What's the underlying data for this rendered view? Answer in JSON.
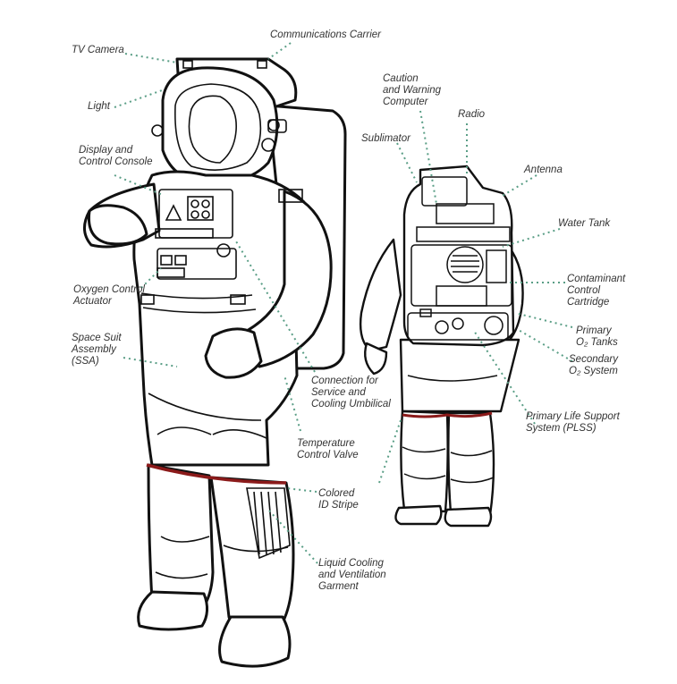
{
  "colors": {
    "outline": "#111111",
    "leader": "#5a9e86",
    "stripe": "#8b1a1a",
    "text": "#333333"
  },
  "labels": {
    "tv_camera": [
      "TV Camera"
    ],
    "communications_carrier": [
      "Communications Carrier"
    ],
    "light": [
      "Light"
    ],
    "display_console": [
      "Display and",
      "Control Console"
    ],
    "oxygen_actuator": [
      "Oxygen Control",
      "Actuator"
    ],
    "ssa": [
      "Space Suit",
      "Assembly",
      "(SSA)"
    ],
    "umbilical": [
      "Connection for",
      "Service and",
      "Cooling Umbilical"
    ],
    "temp_valve": [
      "Temperature",
      "Control Valve"
    ],
    "id_stripe": [
      "Colored",
      "ID Stripe"
    ],
    "lcvg": [
      "Liquid Cooling",
      "and Ventilation",
      "Garment"
    ],
    "caution_computer": [
      "Caution",
      "and Warning",
      "Computer"
    ],
    "radio": [
      "Radio"
    ],
    "sublimator": [
      "Sublimator"
    ],
    "antenna": [
      "Antenna"
    ],
    "water_tank": [
      "Water Tank"
    ],
    "contaminant": [
      "Contaminant",
      "Control",
      "Cartridge"
    ],
    "primary_o2": [
      "Primary",
      "O₂ Tanks"
    ],
    "secondary_o2": [
      "Secondary",
      "O₂ System"
    ],
    "plss": [
      "Primary Life Support",
      "System (PLSS)"
    ]
  }
}
